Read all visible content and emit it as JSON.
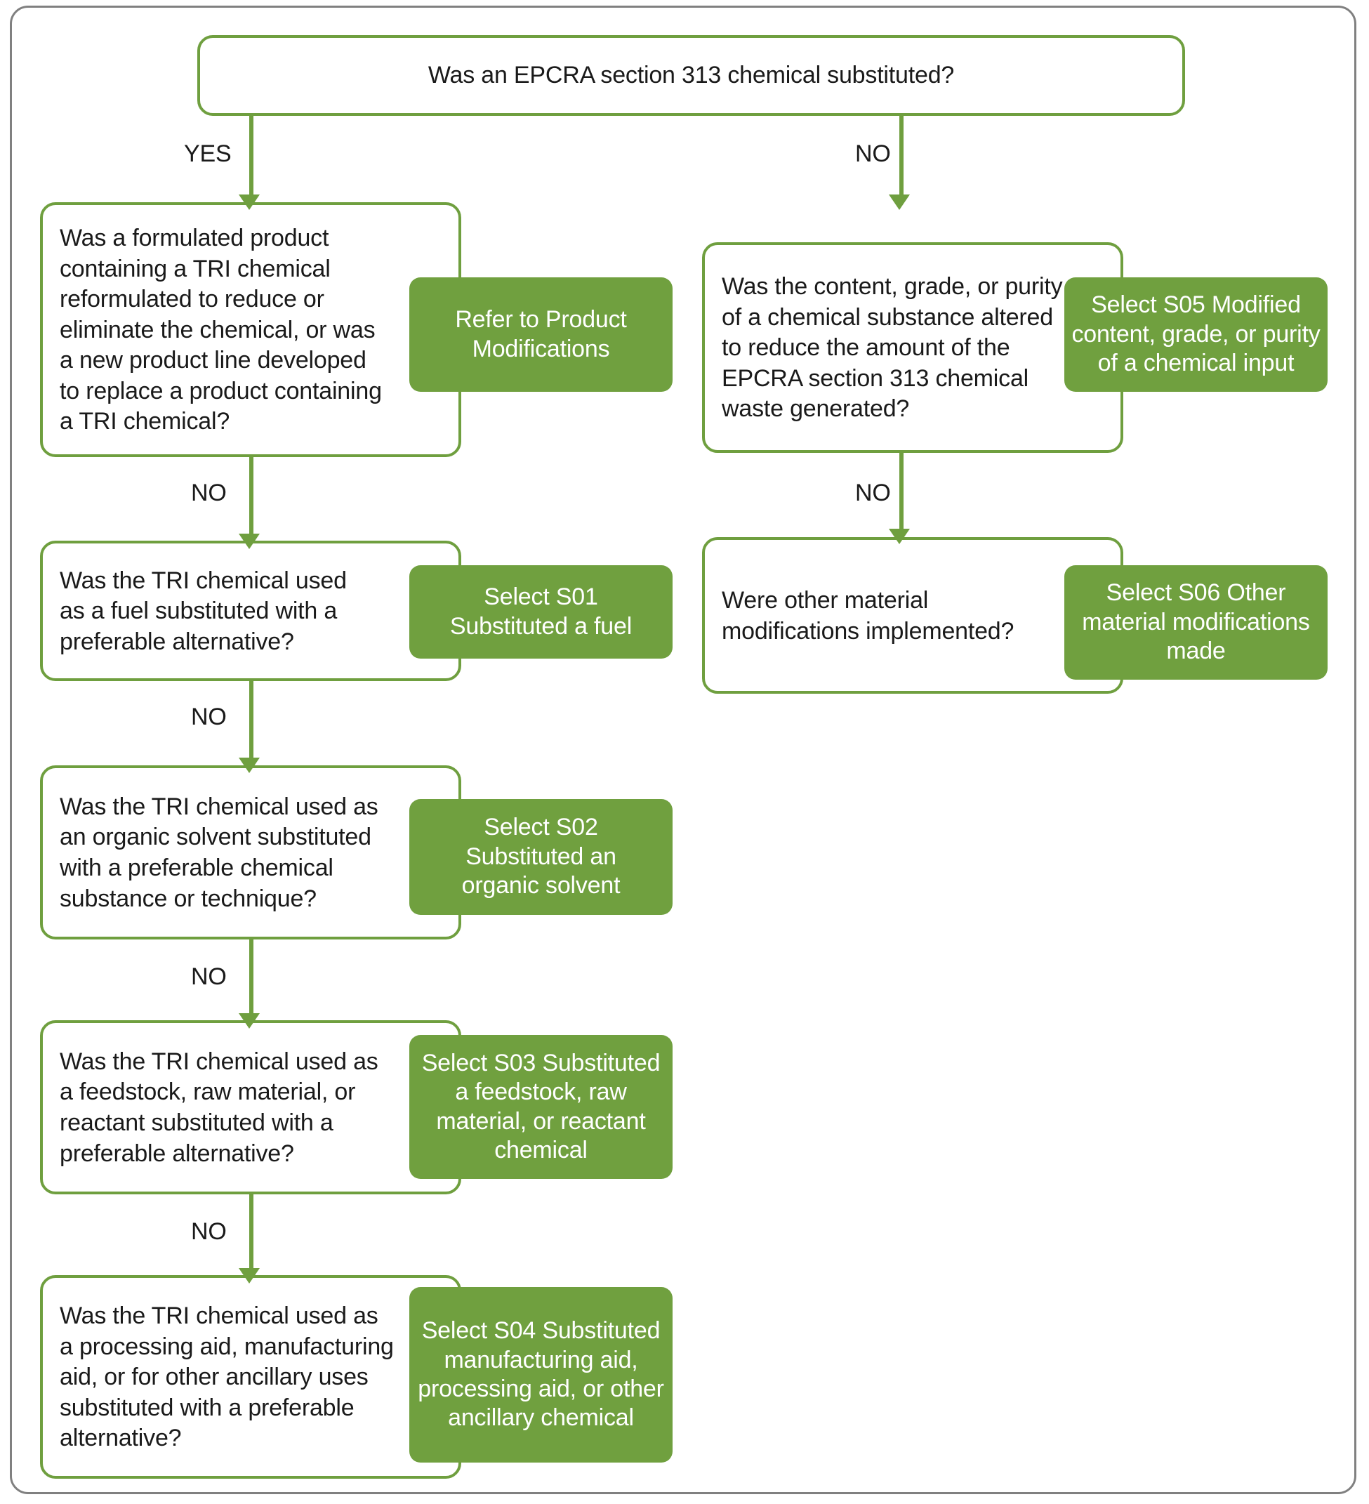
{
  "diagram": {
    "title": "EPCRA section 313 chemical substitution decision flowchart",
    "colors": {
      "green_fill": "#70a03f",
      "green_border": "#6f9f3f",
      "frame_border": "#808080",
      "text_dark": "#1a1a1a",
      "text_light": "#ffffff"
    },
    "root": {
      "id": "q-root",
      "text": "Was an EPCRA section 313 chemical substituted?",
      "lines": [
        "Was an EPCRA section 313 chemical substituted?"
      ]
    },
    "edge_labels": {
      "yes": "YES",
      "no": "NO"
    },
    "left_branch": {
      "questions": [
        {
          "id": "q-l1",
          "lines": [
            "Was a formulated product",
            "containing a TRI chemical",
            "reformulated to reduce or",
            "eliminate the chemical, or was",
            "a new product line developed",
            "to replace a product containing",
            "a TRI chemical?"
          ],
          "result": {
            "id": "g-product-modifications",
            "lines": [
              "Refer to Product",
              "Modifications"
            ]
          }
        },
        {
          "id": "q-l2",
          "lines": [
            "Was the TRI chemical used",
            "as a fuel substituted with a",
            "preferable alternative?"
          ],
          "result": {
            "id": "g-s01",
            "lines": [
              "Select S01",
              "Substituted a fuel"
            ]
          }
        },
        {
          "id": "q-l3",
          "lines": [
            "Was the TRI chemical used as",
            "an organic solvent substituted",
            "with a preferable chemical",
            "substance or technique?"
          ],
          "result": {
            "id": "g-s02",
            "lines": [
              "Select S02",
              "Substituted an",
              "organic solvent"
            ]
          }
        },
        {
          "id": "q-l4",
          "lines": [
            "Was the TRI chemical used as",
            "a feedstock, raw material, or",
            "reactant substituted with a",
            "preferable alternative?"
          ],
          "result": {
            "id": "g-s03",
            "lines": [
              "Select S03 Substituted",
              "a feedstock, raw",
              "material, or reactant",
              "chemical"
            ]
          }
        },
        {
          "id": "q-l5",
          "lines": [
            "Was the TRI chemical used as",
            "a processing aid, manufacturing",
            "aid, or for other ancillary uses",
            "substituted with a preferable",
            "alternative?"
          ],
          "result": {
            "id": "g-s04",
            "lines": [
              "Select S04 Substituted",
              "manufacturing aid,",
              "processing aid, or other",
              "ancillary chemical"
            ]
          }
        }
      ]
    },
    "right_branch": {
      "questions": [
        {
          "id": "q-r1",
          "lines": [
            "Was the content, grade, or purity",
            "of a chemical substance altered",
            "to reduce the amount of the",
            "EPCRA section 313 chemical",
            "waste generated?"
          ],
          "result": {
            "id": "g-s05",
            "lines": [
              "Select S05 Modified",
              "content, grade, or purity",
              "of a chemical input"
            ]
          }
        },
        {
          "id": "q-r2",
          "lines": [
            "Were other material",
            "modifications implemented?"
          ],
          "result": {
            "id": "g-s06",
            "lines": [
              "Select S06 Other",
              "material modifications",
              "made"
            ]
          }
        }
      ]
    }
  }
}
